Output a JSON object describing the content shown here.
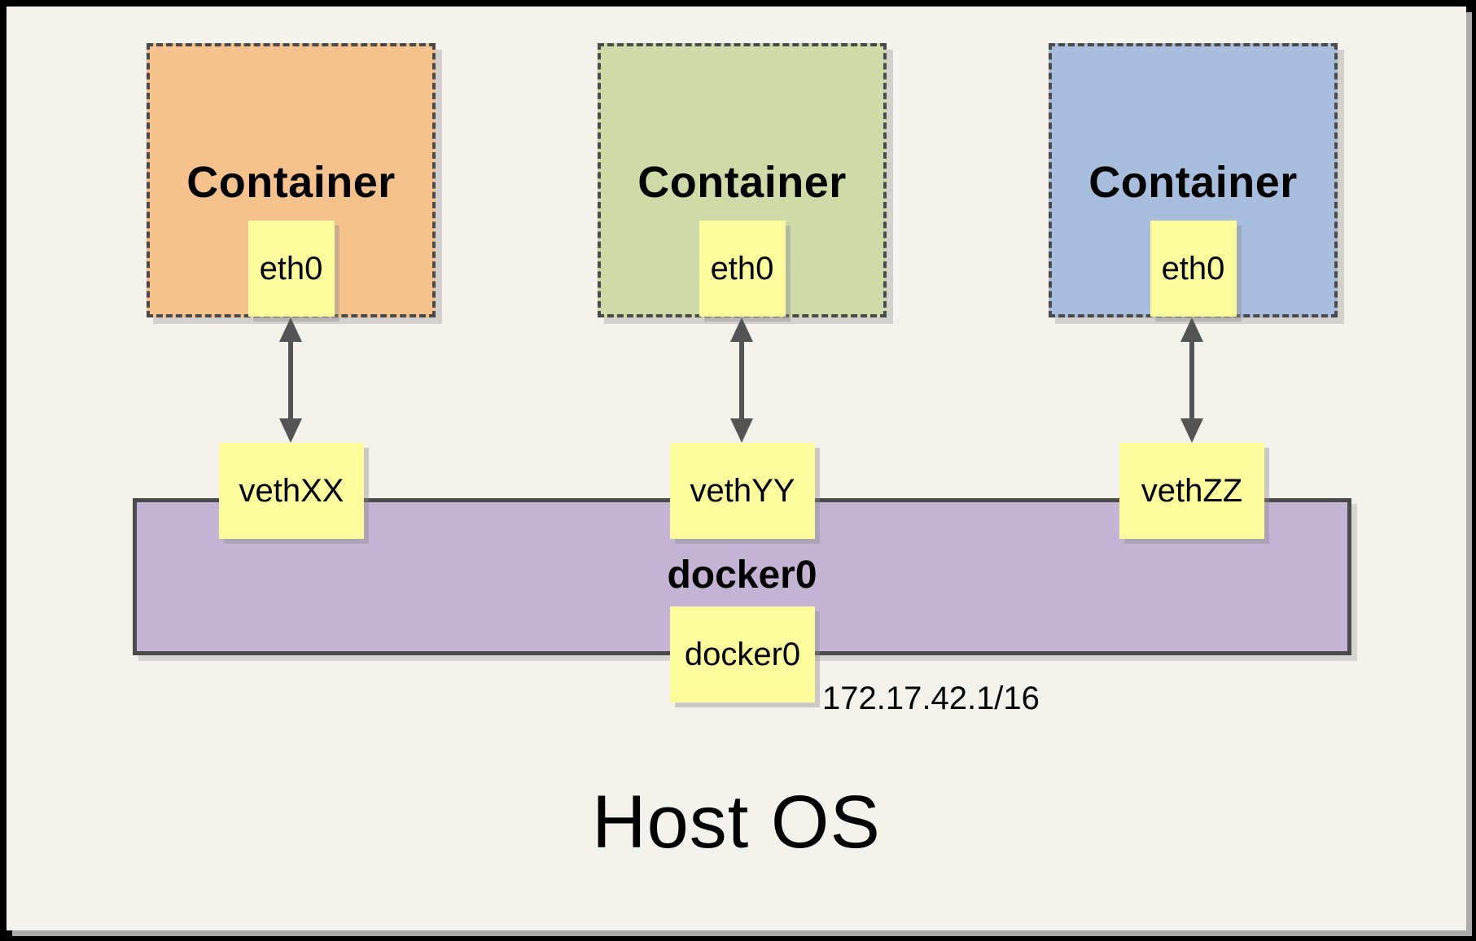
{
  "diagram": {
    "containers": [
      {
        "label": "Container",
        "interface_label": "eth0",
        "veth_label": "vethXX",
        "fill": "#F5C28E"
      },
      {
        "label": "Container",
        "interface_label": "eth0",
        "veth_label": "vethYY",
        "fill": "#CEDBA8"
      },
      {
        "label": "Container",
        "interface_label": "eth0",
        "veth_label": "vethZZ",
        "fill": "#A8BEDC"
      }
    ],
    "bridge": {
      "label": "docker0",
      "interface_label": "docker0",
      "ip_address": "172.17.42.1/16",
      "fill": "#C2B4D2"
    },
    "host": {
      "label": "Host OS"
    },
    "palette": {
      "note_fill": "#FCFC9E",
      "canvas_background": "#F4F2EC",
      "outline": "#4A4A4A",
      "arrow": "#545454",
      "frame": "#000000",
      "frame_shadow": "#ABABAB"
    }
  }
}
